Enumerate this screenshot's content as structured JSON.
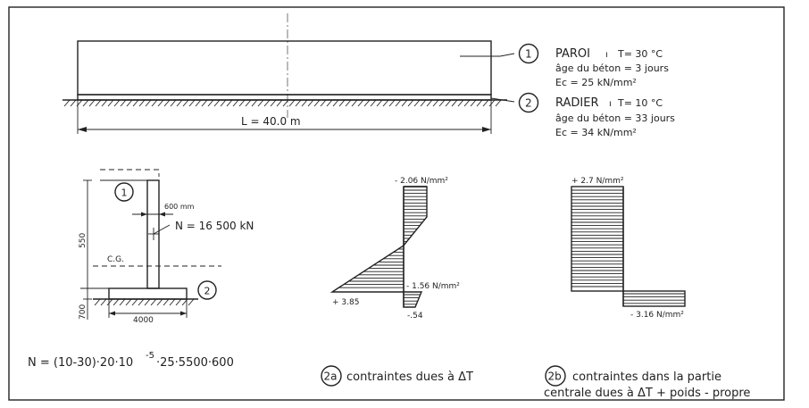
{
  "elevation": {
    "length_label": "L = 40.0 m"
  },
  "callout1": {
    "number": "1",
    "title": "PAROI",
    "temperature": "T= 30 °C",
    "age": "âge du béton = 3 jours",
    "modulus": "Ec = 25 kN/mm²"
  },
  "callout2": {
    "number": "2",
    "title": "RADIER",
    "temperature": "T= 10 °C",
    "age": "âge du béton = 33 jours",
    "modulus": "Ec = 34 kN/mm²"
  },
  "section": {
    "wall_marker": "1",
    "slab_marker": "2",
    "thickness": "600 mm",
    "force": "N = 16 500 kN",
    "cg": "C.G.",
    "height": "550",
    "slab_thickness": "700",
    "slab_width": "4000"
  },
  "formula": {
    "main": "N = (10-30)·20·10",
    "exponent": "-5",
    "tail": "·25·5500·600"
  },
  "diagram2a": {
    "marker": "2a",
    "top": "- 2.06 N/mm²",
    "mid": "- 1.56 N/mm²",
    "bottom_left": "+ 3.85",
    "bottom": "-.54",
    "caption": "contraintes dues à ΔT"
  },
  "diagram2b": {
    "marker": "2b",
    "top": "+ 2.7 N/mm²",
    "bottom": "- 3.16 N/mm²",
    "caption_line1": "contraintes dans la partie",
    "caption_line2": "centrale dues à ΔT + poids - propre"
  }
}
